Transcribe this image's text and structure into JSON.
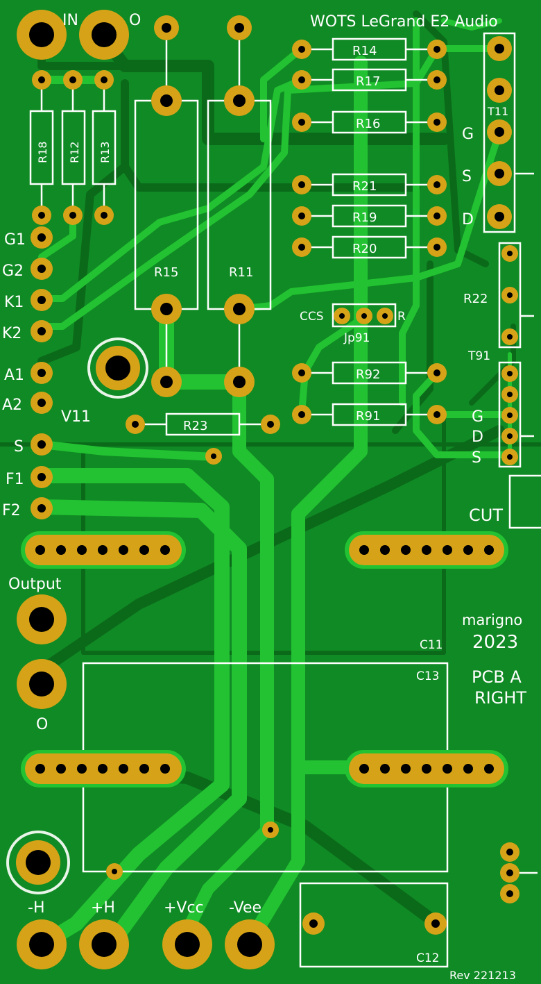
{
  "board": {
    "title": "WOTS LeGrand E2 Audio",
    "author": "marigno",
    "year": "2023",
    "pcb_line1": "PCB A",
    "pcb_line2": "RIGHT",
    "revision": "Rev 221213",
    "cut_label": "CUT"
  },
  "connectors": {
    "in": "IN",
    "zero_top": "O",
    "output": "Output",
    "zero_output": "O",
    "minus_h": "-H",
    "plus_h": "+H",
    "plus_vcc": "+Vcc",
    "minus_vee": "-Vee"
  },
  "pins_left": {
    "g1": "G1",
    "g2": "G2",
    "k1": "K1",
    "k2": "K2",
    "a1": "A1",
    "a2": "A2",
    "v11": "V11",
    "s": "S",
    "f1": "F1",
    "f2": "F2"
  },
  "resistors": {
    "r18": "R18",
    "r12": "R12",
    "r13": "R13",
    "r15": "R15",
    "r11": "R11",
    "r14": "R14",
    "r17": "R17",
    "r16": "R16",
    "r21": "R21",
    "r19": "R19",
    "r20": "R20",
    "r22": "R22",
    "r92": "R92",
    "r91": "R91",
    "r23": "R23"
  },
  "transistors": {
    "t11": "T11",
    "t11_pins": [
      "G",
      "S",
      "D"
    ],
    "t91": "T91",
    "t91_pins": [
      "G",
      "D",
      "S"
    ]
  },
  "jumper": {
    "name": "Jp91",
    "left": "CCS",
    "right": "R"
  },
  "capacitors": {
    "c11": "C11",
    "c13": "C13",
    "c12": "C12"
  },
  "colors": {
    "board": "#108a24",
    "trace": "#22c232",
    "pad": "#d6a318",
    "hole": "#000000",
    "silkscreen": "#ffffff"
  }
}
